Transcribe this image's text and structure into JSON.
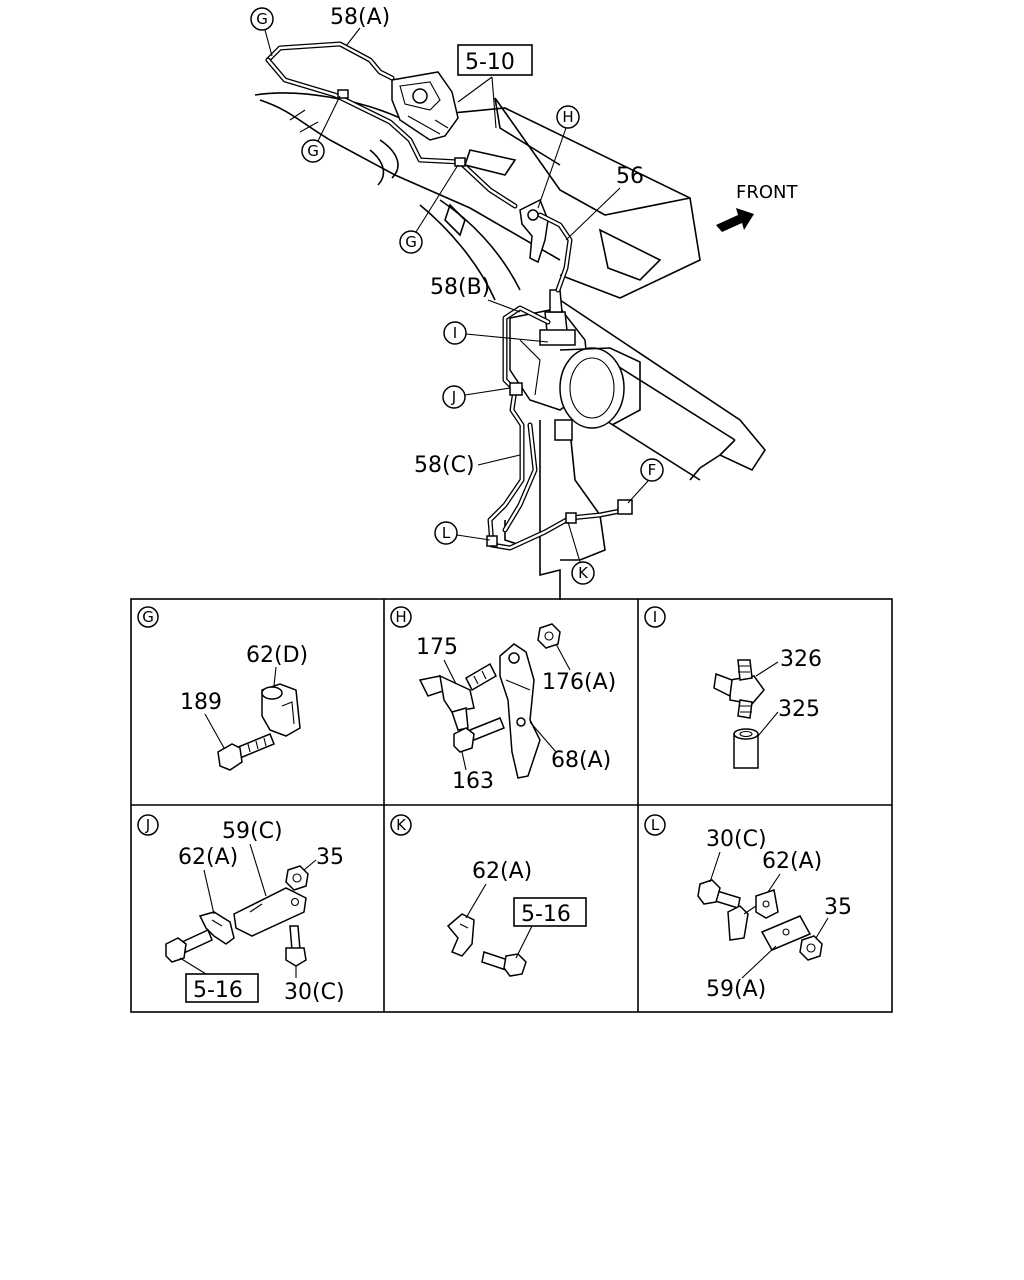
{
  "main_diagram": {
    "labels": {
      "pipe_a": "58(A)",
      "ref_5_10": "5-10",
      "part_56": "56",
      "front": "FRONT",
      "pipe_b": "58(B)",
      "pipe_c": "58(C)"
    },
    "callouts": {
      "g_top": "G",
      "g_mid": "G",
      "g_low": "G",
      "h": "H",
      "i": "I",
      "j": "J",
      "l": "L",
      "k": "K",
      "f": "F"
    }
  },
  "details": {
    "g": {
      "callout": "G",
      "labels": {
        "clip": "62(D)",
        "bolt": "189"
      }
    },
    "h": {
      "callout": "H",
      "labels": {
        "tee": "175",
        "nut": "176(A)",
        "bracket": "68(A)",
        "bolt": "163"
      }
    },
    "i": {
      "callout": "I",
      "labels": {
        "tee": "326",
        "sleeve": "325"
      }
    },
    "j": {
      "callout": "J",
      "labels": {
        "plate": "59(C)",
        "clip": "62(A)",
        "nut": "35",
        "ref": "5-16",
        "bolt": "30(C)"
      }
    },
    "k": {
      "callout": "K",
      "labels": {
        "clip": "62(A)",
        "ref": "5-16"
      }
    },
    "l": {
      "callout": "L",
      "labels": {
        "bolt": "30(C)",
        "clip": "62(A)",
        "nut": "35",
        "plate": "59(A)"
      }
    }
  }
}
